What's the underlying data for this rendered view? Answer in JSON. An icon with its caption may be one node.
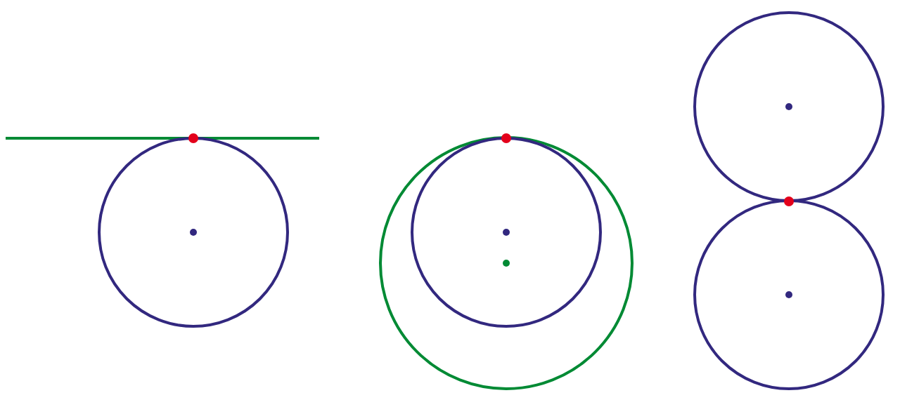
{
  "diagram": {
    "nodes": [
      {
        "text": [],
        "shape": "line"
      },
      {
        "text": [],
        "shape": "circle"
      },
      {
        "text": [],
        "shape": "circle"
      },
      {
        "text": [],
        "shape": "circle",
        "in": 2
      },
      {
        "text": [],
        "shape": "circle"
      },
      {
        "text": [],
        "shape": "circle"
      }
    ]
  }
}
